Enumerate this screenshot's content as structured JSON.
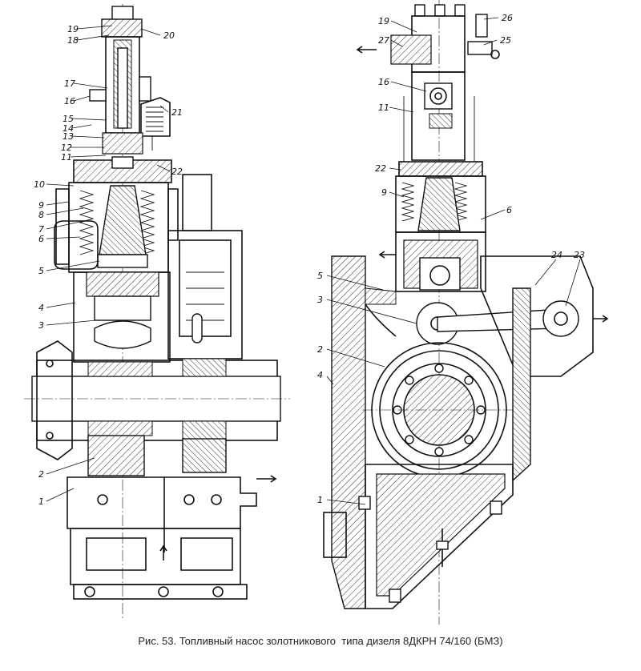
{
  "caption": "Рис. 53. Топливный насос золотникового  типа дизеля 8ДКРН 74/160 (БМЗ)",
  "left_view": {
    "labels": [
      "19",
      "18",
      "20",
      "17",
      "16",
      "21",
      "15",
      "14",
      "13",
      "12",
      "11",
      "22",
      "10",
      "9",
      "8",
      "7",
      "6",
      "5",
      "4",
      "3",
      "2",
      "1"
    ]
  },
  "right_view": {
    "labels": [
      "19",
      "26",
      "27",
      "25",
      "16",
      "11",
      "22",
      "9",
      "6",
      "5",
      "24",
      "23",
      "3",
      "2",
      "4",
      "1"
    ]
  },
  "colors": {
    "ink": "#111111",
    "hatch": "#333333",
    "paper": "#ffffff"
  }
}
